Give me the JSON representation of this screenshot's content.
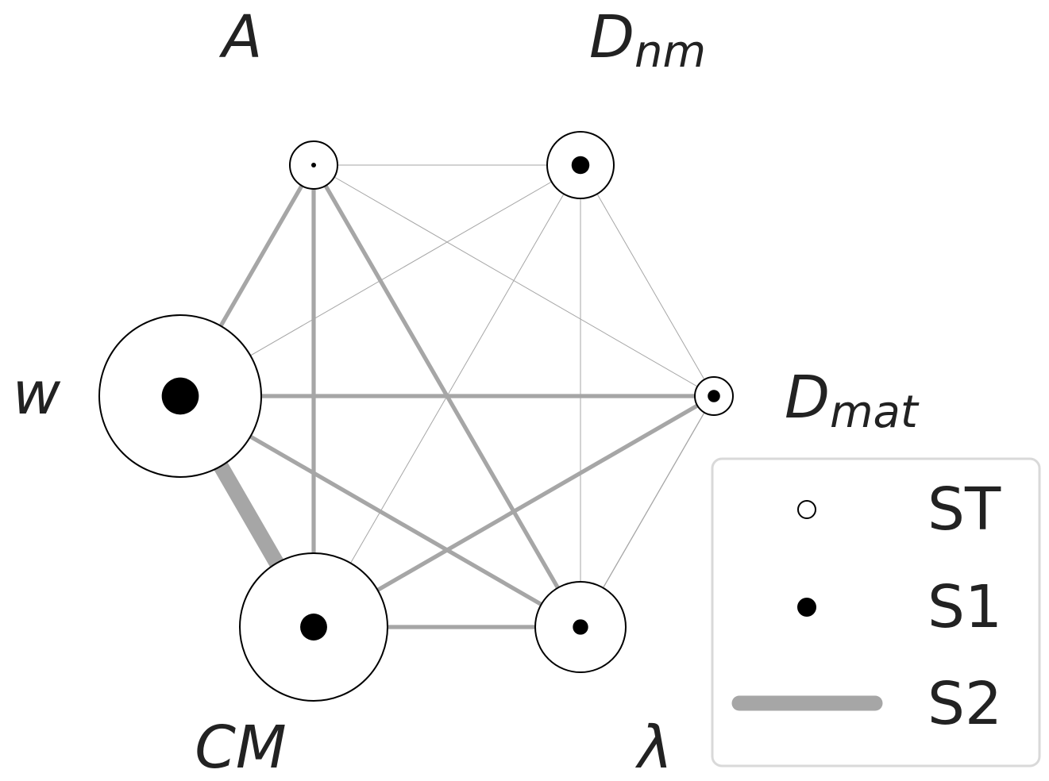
{
  "nodes": [
    {
      "id": "A",
      "label": "A",
      "sub": "",
      "ST": 0.1,
      "S1": 0.003
    },
    {
      "id": "Dnm",
      "label": "D",
      "sub": "nm",
      "ST": 0.14,
      "S1": 0.042
    },
    {
      "id": "Dmat",
      "label": "D",
      "sub": "mat",
      "ST": 0.08,
      "S1": 0.02
    },
    {
      "id": "lambda",
      "label": "λ",
      "sub": "",
      "ST": 0.19,
      "S1": 0.031
    },
    {
      "id": "CM",
      "label": "CM",
      "sub": "",
      "ST": 0.31,
      "S1": 0.095
    },
    {
      "id": "w",
      "label": "w",
      "sub": "",
      "ST": 0.34,
      "S1": 0.18
    }
  ],
  "edges": [
    {
      "from": "A",
      "to": "Dnm",
      "S2": 0.01
    },
    {
      "from": "A",
      "to": "Dmat",
      "S2": 0.01
    },
    {
      "from": "A",
      "to": "lambda",
      "S2": 0.08
    },
    {
      "from": "A",
      "to": "CM",
      "S2": 0.08
    },
    {
      "from": "A",
      "to": "w",
      "S2": 0.08
    },
    {
      "from": "Dnm",
      "to": "Dmat",
      "S2": 0.01
    },
    {
      "from": "Dnm",
      "to": "lambda",
      "S2": 0.01
    },
    {
      "from": "Dnm",
      "to": "CM",
      "S2": 0.01
    },
    {
      "from": "Dnm",
      "to": "w",
      "S2": 0.01
    },
    {
      "from": "Dmat",
      "to": "lambda",
      "S2": 0.02
    },
    {
      "from": "Dmat",
      "to": "CM",
      "S2": 0.08
    },
    {
      "from": "Dmat",
      "to": "w",
      "S2": 0.08
    },
    {
      "from": "lambda",
      "to": "CM",
      "S2": 0.08
    },
    {
      "from": "lambda",
      "to": "w",
      "S2": 0.08
    },
    {
      "from": "CM",
      "to": "w",
      "S2": 0.3
    }
  ],
  "legend": {
    "items": [
      {
        "key": "ST",
        "label": "ST"
      },
      {
        "key": "S1",
        "label": "S1"
      },
      {
        "key": "S2",
        "label": "S2"
      }
    ]
  },
  "colors": {
    "edge": "#a6a6a6",
    "node_fill": "#ffffff",
    "node_stroke": "#000000",
    "s1_fill": "#000000",
    "legend_border": "#d9d9d9",
    "text": "#222222"
  }
}
